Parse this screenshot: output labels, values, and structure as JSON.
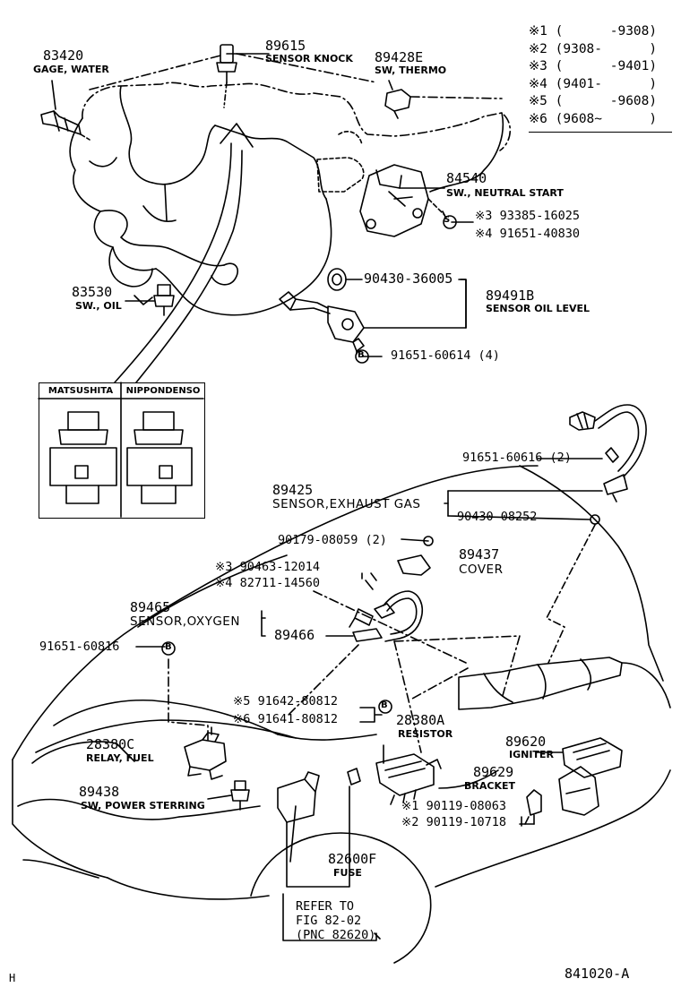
{
  "legend": [
    {
      "mark": "※1",
      "range": "(      -9308)"
    },
    {
      "mark": "※2",
      "range": "(9308-      )"
    },
    {
      "mark": "※3",
      "range": "(      -9401)"
    },
    {
      "mark": "※4",
      "range": "(9401-      )"
    },
    {
      "mark": "※5",
      "range": "(      -9608)"
    },
    {
      "mark": "※6",
      "range": "(9608~      )"
    }
  ],
  "parts": {
    "p83420": {
      "number": "83420",
      "name": "GAGE, WATER"
    },
    "p89615": {
      "number": "89615",
      "name": "SENSOR KNOCK"
    },
    "p89428E": {
      "number": "89428E",
      "name": "SW, THERMO"
    },
    "p84540": {
      "number": "84540",
      "name": "SW., NEUTRAL START"
    },
    "s93385": {
      "mark": "S",
      "text": "※3 93385-16025"
    },
    "s91651_40830": {
      "text": "※4 91651-40830"
    },
    "p83530": {
      "number": "83530",
      "name": "SW., OIL"
    },
    "p90430_36005": {
      "number": "90430-36005"
    },
    "p89491B": {
      "number": "89491B",
      "name": "SENSOR OIL LEVEL"
    },
    "b91651_60614": {
      "mark": "B",
      "text": "91651-60614 (4)"
    },
    "p91651_60616": {
      "number": "91651-60616 (2)"
    },
    "p89425": {
      "number": "89425",
      "name": "SENSOR,EXHAUST GAS"
    },
    "p90430_08252": {
      "number": "90430-08252"
    },
    "p90179_08059": {
      "number": "90179-08059 (2)"
    },
    "p89437": {
      "number": "89437",
      "name": "COVER"
    },
    "p90463_12014": {
      "text": "※3 90463-12014"
    },
    "p82711_14560": {
      "text": "※4 82711-14560"
    },
    "p89465": {
      "number": "89465",
      "name": "SENSOR,OXYGEN"
    },
    "p89466": {
      "number": "89466"
    },
    "b91651_60816": {
      "number": "91651-60816",
      "mark": "B"
    },
    "p91642_80812": {
      "text": "※5 91642-80812"
    },
    "p91641_80812": {
      "text": "※6 91641-80812"
    },
    "p28380A": {
      "number": "28380A",
      "name": "RESISTOR",
      "mark": "B"
    },
    "p28380C": {
      "number": "28380C",
      "name": "RELAY, FUEL"
    },
    "p89620": {
      "number": "89620",
      "name": "IGNITER"
    },
    "p89629": {
      "number": "89629",
      "name": "BRACKET"
    },
    "p89438": {
      "number": "89438",
      "name": "SW, POWER STERRING"
    },
    "p90119_08063": {
      "text": "※1 90119-08063"
    },
    "p90119_10718": {
      "text": "※2 90119-10718"
    },
    "p82600F": {
      "number": "82600F",
      "name": "FUSE"
    },
    "refer": {
      "line1": "REFER TO",
      "line2": "FIG 82-02",
      "line3": "(PNC 82620)"
    }
  },
  "inset": {
    "left_label": "MATSUSHITA",
    "right_label": "NIPPONDENSO"
  },
  "footer": {
    "corner_mark": "H",
    "figure_code": "841020-A"
  }
}
